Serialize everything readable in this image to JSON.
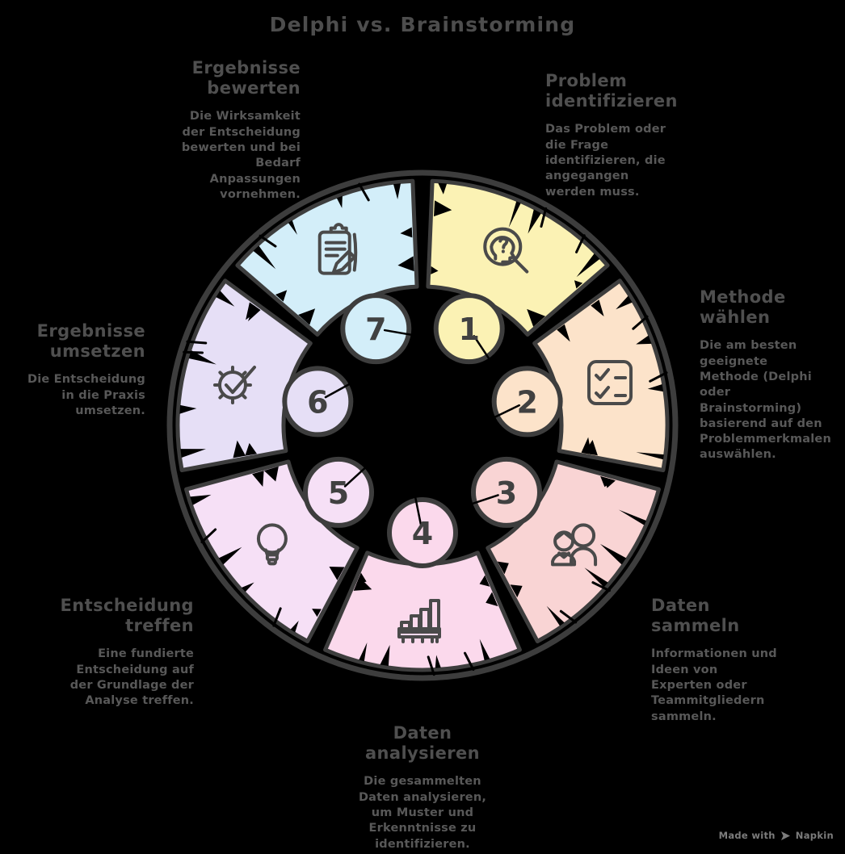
{
  "title": "Delphi vs. Brainstorming",
  "wheel": {
    "outline_color": "#3d3d3d",
    "icon_color": "#4a4a4a",
    "number_color": "#414141",
    "background_color": "#000000",
    "segments": [
      {
        "number": "1",
        "label": "Problem identifizieren",
        "color": "#fbf2b4",
        "icon": "search-head"
      },
      {
        "number": "2",
        "label": "Methode wählen",
        "color": "#fce3ca",
        "icon": "checklist"
      },
      {
        "number": "3",
        "label": "Daten sammeln",
        "color": "#f9d4d4",
        "icon": "team"
      },
      {
        "number": "4",
        "label": "Daten analysieren",
        "color": "#fbd9ec",
        "icon": "bar-chart"
      },
      {
        "number": "5",
        "label": "Entscheidung treffen",
        "color": "#f6e0f6",
        "icon": "lightbulb"
      },
      {
        "number": "6",
        "label": "Ergebnisse umsetzen",
        "color": "#e6dff6",
        "icon": "gear-check"
      },
      {
        "number": "7",
        "label": "Ergebnisse bewerten",
        "color": "#d3eef9",
        "icon": "clipboard-pencil"
      }
    ]
  },
  "blocks": {
    "identify": {
      "heading": "Problem\nidentifizieren",
      "body": "Das Problem oder\ndie Frage\nidentifizieren, die\nangegangen\nwerden muss."
    },
    "method": {
      "heading": "Methode\nwählen",
      "body": "Die am besten\ngeeignete\nMethode (Delphi\noder\nBrainstorming)\nbasierend auf den\nProblemmerkmalen\nauswählen."
    },
    "collect": {
      "heading": "Daten\nsammeln",
      "body": "Informationen und\nIdeen von\nExperten oder\nTeammitgliedern\nsammeln."
    },
    "analyze": {
      "heading": "Daten\nanalysieren",
      "body": "Die gesammelten\nDaten analysieren,\num Muster und\nErkenntnisse zu\nidentifizieren."
    },
    "decide": {
      "heading": "Entscheidung\ntreffen",
      "body": "Eine fundierte\nEntscheidung auf\nder Grundlage der\nAnalyse treffen."
    },
    "implement": {
      "heading": "Ergebnisse\numsetzen",
      "body": "Die Entscheidung\nin die Praxis\numsetzen."
    },
    "evaluate": {
      "heading": "Ergebnisse\nbewerten",
      "body": "Die Wirksamkeit\nder Entscheidung\nbewerten und bei\nBedarf\nAnpassungen\nvornehmen."
    }
  },
  "footer": {
    "made_with": "Made with",
    "brand": "Napkin"
  }
}
